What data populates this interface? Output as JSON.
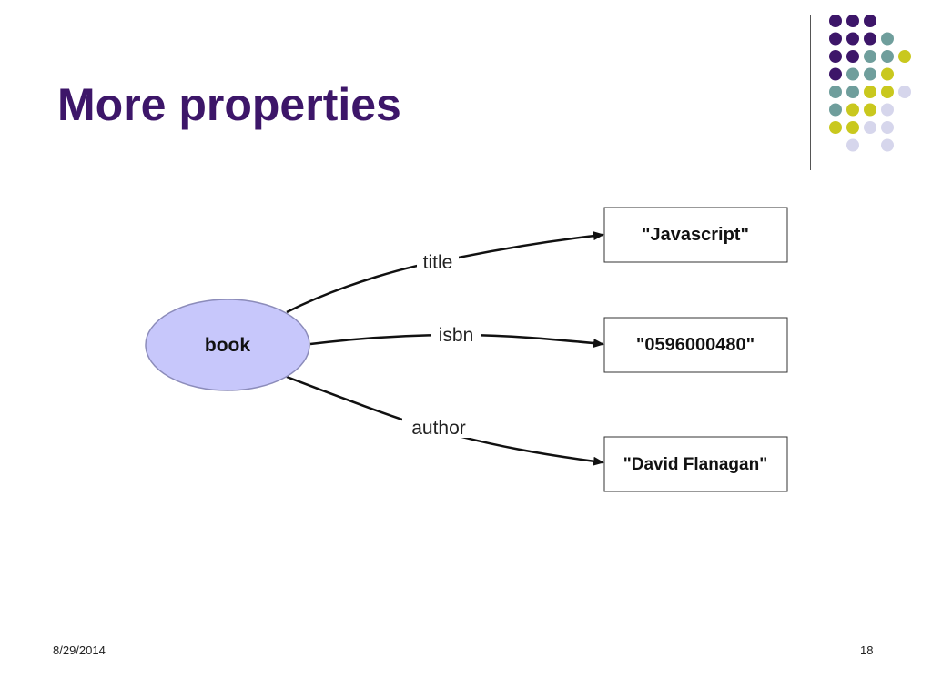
{
  "slide": {
    "title": "More properties",
    "footer_date": "8/29/2014",
    "page_number": "18"
  },
  "diagram": {
    "source_node": "book",
    "targets": [
      {
        "label": "title",
        "value": "\"Javascript\""
      },
      {
        "label": "isbn",
        "value": "\"0596000480\""
      },
      {
        "label": "author",
        "value": "\"David Flanagan\""
      }
    ]
  },
  "colors": {
    "title": "#3d1669",
    "node_fill": "#c7c7fb",
    "node_stroke": "#8c8cba",
    "dot_purple": "#3d1669",
    "dot_teal": "#6f9e9c",
    "dot_yellow": "#c9c81e",
    "dot_lavender": "#d6d6ec"
  }
}
